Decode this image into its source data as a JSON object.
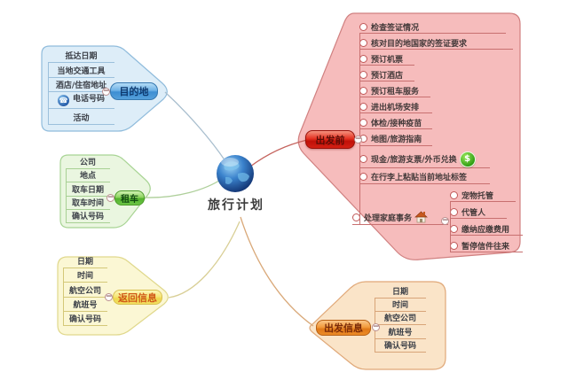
{
  "center": {
    "title": "旅行计划"
  },
  "branches": {
    "destination": {
      "label": "目的地",
      "color": "#4a9fd8",
      "items": [
        "抵达日期",
        "当地交通工具",
        "酒店/住宿地址",
        "电话号码",
        "活动"
      ]
    },
    "car_rental": {
      "label": "租车",
      "color": "#6cc744",
      "items": [
        "公司",
        "地点",
        "取车日期",
        "取车时间",
        "确认号码"
      ]
    },
    "return_info": {
      "label": "返回信息",
      "color": "#f2e05a",
      "items": [
        "日期",
        "时间",
        "航空公司",
        "航班号",
        "确认号码"
      ]
    },
    "before_departure": {
      "label": "出发前",
      "color": "#e02818",
      "items": [
        "检查签证情况",
        "核对目的地国家的签证要求",
        "预订机票",
        "预订酒店",
        "预订租车服务",
        "进出机场安排",
        "体检/接种疫苗",
        "地图/旅游指南",
        "现金/旅游支票/外币兑换",
        "在行李上粘贴当前地址标签",
        "处理家庭事务"
      ],
      "family_sub_items": [
        "宠物托管",
        "代管人",
        "缴纳应缴费用",
        "暂停信件往来"
      ]
    },
    "departure_info": {
      "label": "出发信息",
      "color": "#ef8f2a",
      "items": [
        "日期",
        "时间",
        "航空公司",
        "航班号",
        "确认号码"
      ]
    }
  },
  "icons": {
    "money_symbol": "$",
    "collapse_symbol": "−",
    "phone_symbol": "☎"
  }
}
